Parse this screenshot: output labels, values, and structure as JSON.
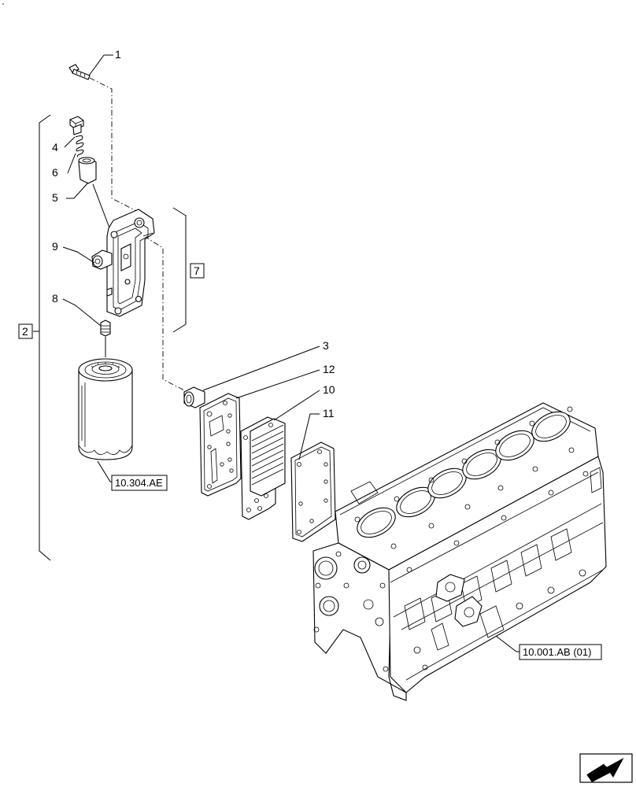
{
  "callouts": {
    "c1": "1",
    "c2": "2",
    "c3": "3",
    "c4": "4",
    "c5": "5",
    "c6": "6",
    "c7": "7",
    "c8": "8",
    "c9": "9",
    "c10": "10",
    "c11": "11",
    "c12": "12"
  },
  "references": {
    "oil_filter": "10.304.AE",
    "engine_block": "10.001.AB (01)"
  },
  "nav": {
    "icon": "next-page-arrow-icon"
  }
}
